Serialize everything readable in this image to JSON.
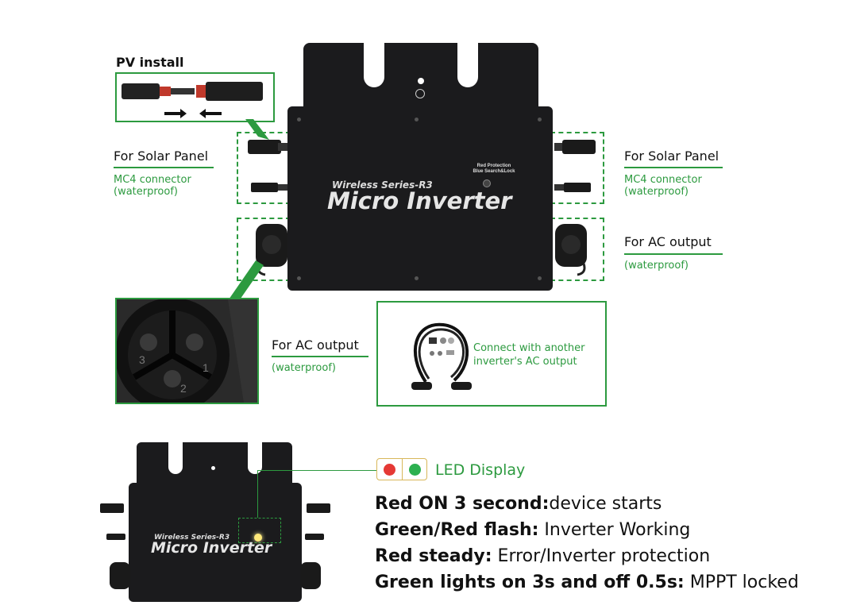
{
  "pv_install": {
    "title": "PV install"
  },
  "left_panel": {
    "title": "For Solar Panel",
    "sub1": "MC4 connector",
    "sub2": "(waterproof)"
  },
  "right_panel": {
    "title": "For Solar Panel",
    "sub1": "MC4 connector",
    "sub2": "(waterproof)"
  },
  "right_ac": {
    "title": "For AC output",
    "sub": "(waterproof)"
  },
  "left_ac": {
    "title": "For AC output",
    "sub": "(waterproof)"
  },
  "inverter": {
    "series": "Wireless Series-R3",
    "name": "Micro Inverter",
    "indicator_line1": "Red Protection",
    "indicator_line2": "Blue Search&Lock"
  },
  "ac_cable": {
    "line1": "Connect with another",
    "line2": "inverter's AC output"
  },
  "connector_pins": [
    "3",
    "1",
    "2"
  ],
  "led_display": {
    "title": "LED Display",
    "red_color": "#e53935",
    "green_color": "#2cb050",
    "lines": [
      {
        "bold": "Red ON 3 second:",
        "normal": "device starts"
      },
      {
        "bold": "Green/Red flash:",
        "normal": " Inverter Working"
      },
      {
        "bold": "Red steady:",
        "normal": " Error/Inverter protection"
      },
      {
        "bold": "Green lights on 3s and off 0.5s:",
        "normal": " MPPT locked"
      }
    ]
  }
}
